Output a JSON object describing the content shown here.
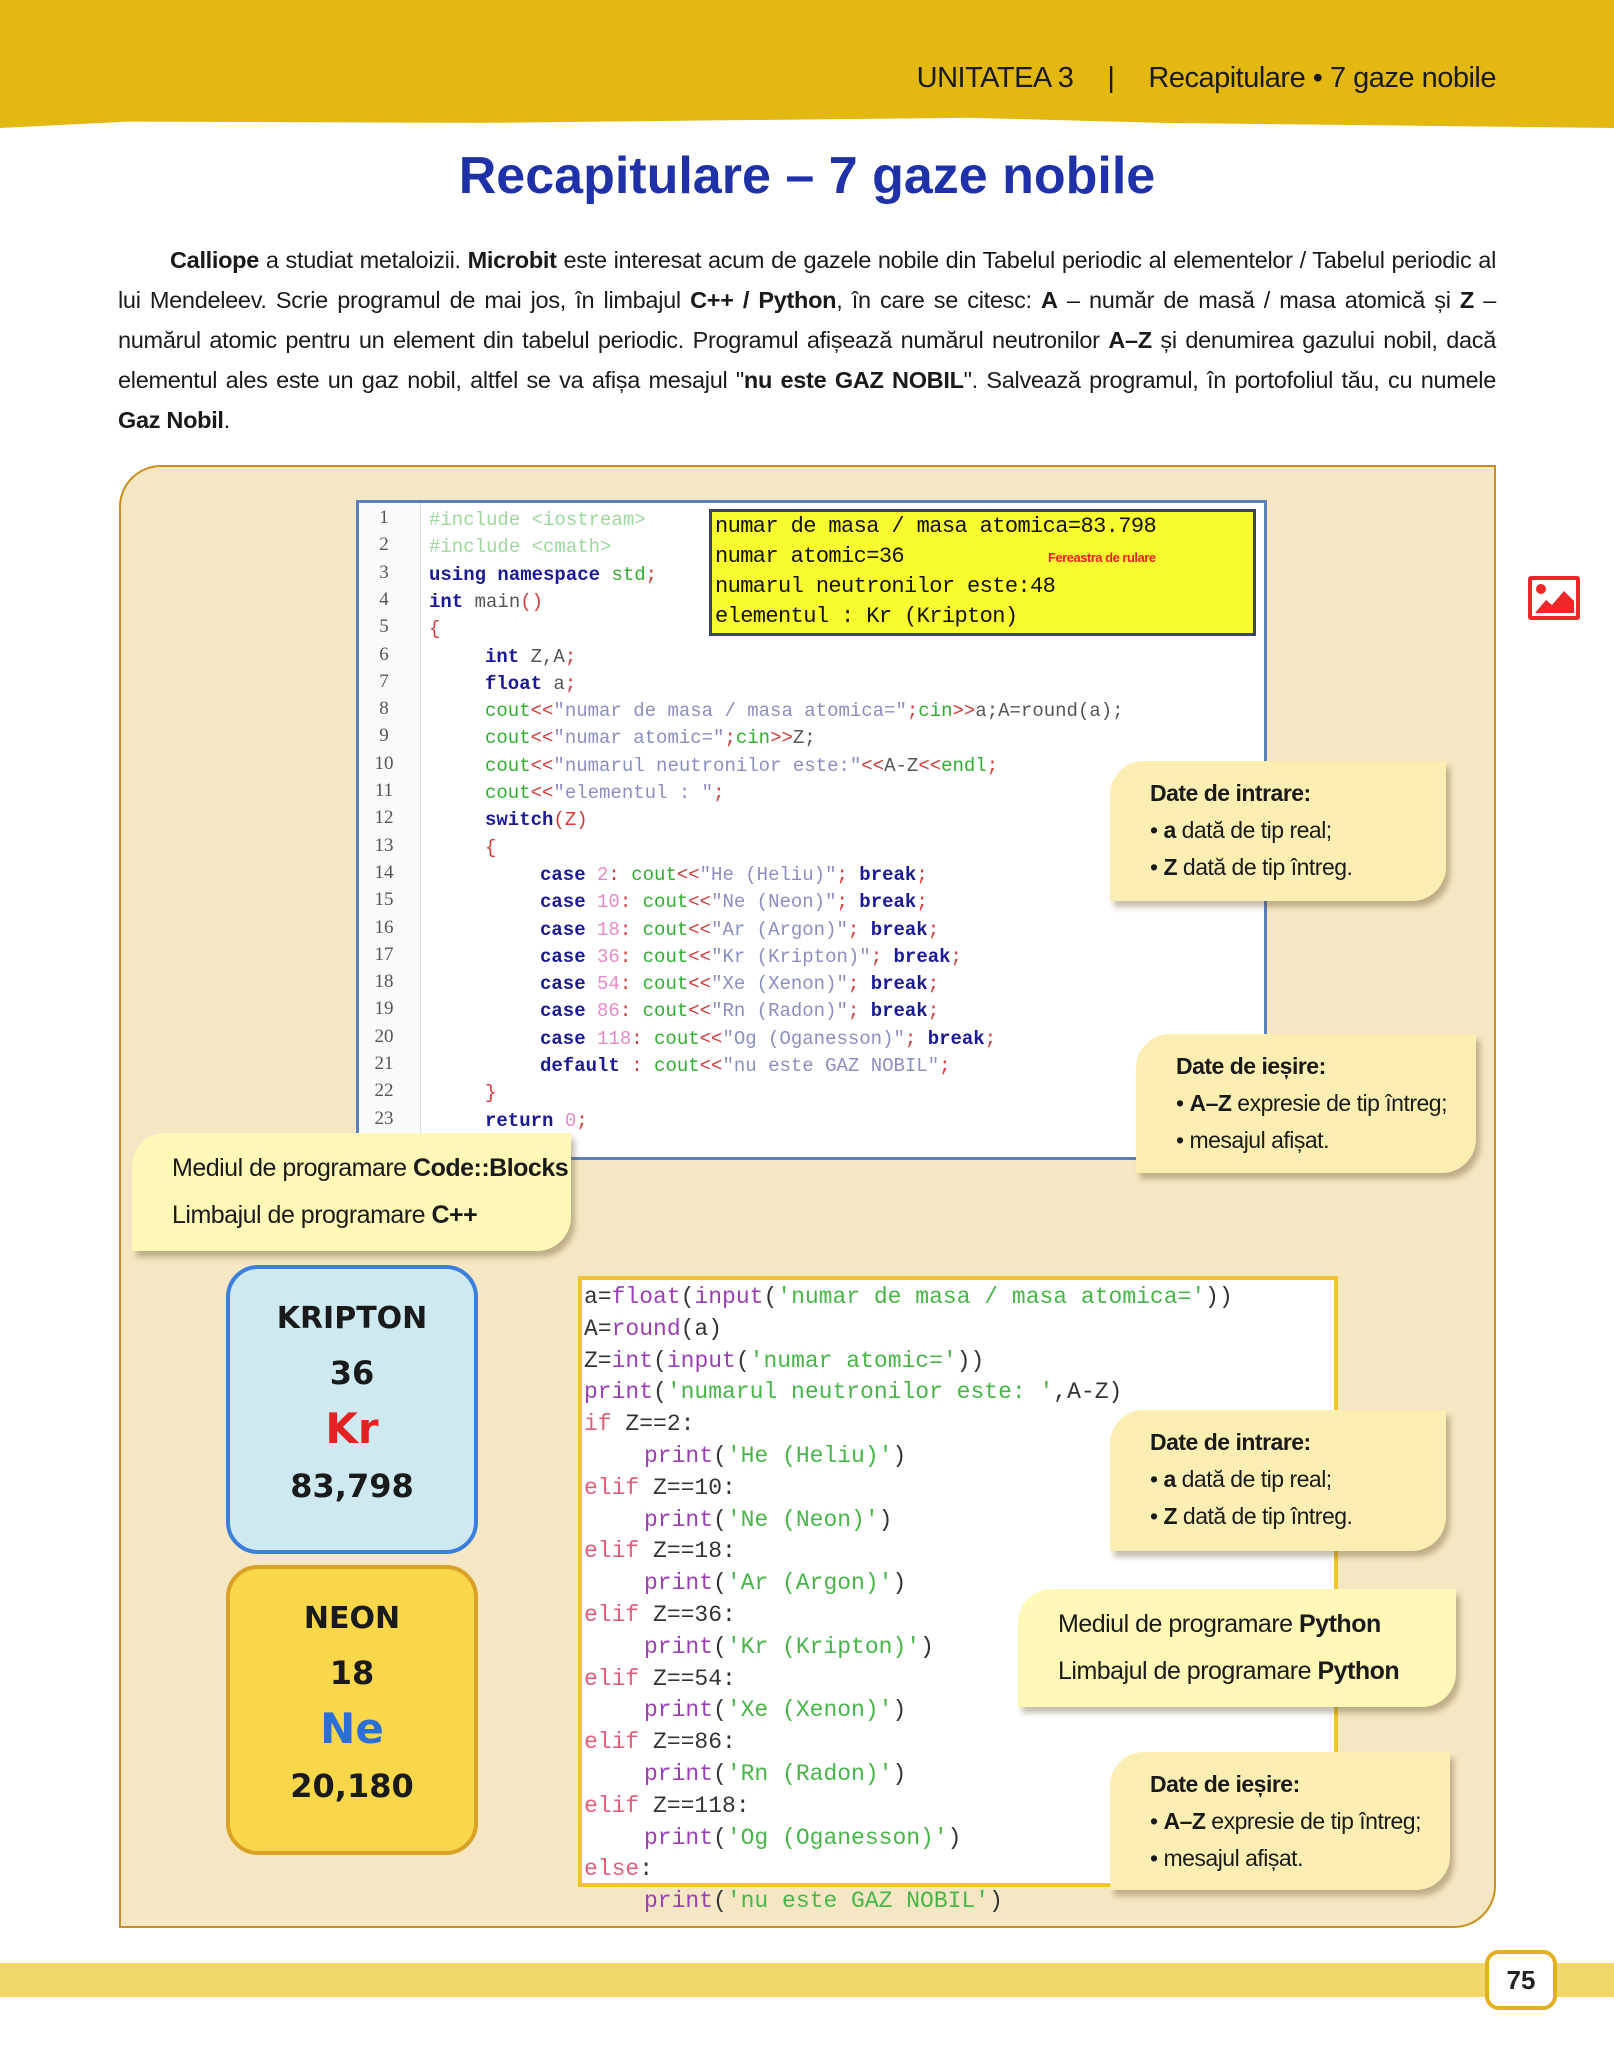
{
  "header": {
    "unit": "UNITATEA 3",
    "separator": "|",
    "section": "Recapitulare • 7 gaze nobile"
  },
  "title": {
    "light": "Recapitulare – ",
    "bold": "7 gaze nobile"
  },
  "intro": [
    {
      "t": "Calliope",
      "b": true
    },
    {
      "t": " a studiat metaloizii. "
    },
    {
      "t": "Microbit",
      "b": true
    },
    {
      "t": " este interesat acum de gazele nobile din Tabelul periodic al elementelor / Tabelul periodic al lui Mendeleev. Scrie programul de mai jos, în limbajul "
    },
    {
      "t": "C++ / Python",
      "b": true
    },
    {
      "t": ", în care se citesc: "
    },
    {
      "t": "A",
      "b": true
    },
    {
      "t": " – număr de masă / masa atomică și "
    },
    {
      "t": "Z",
      "b": true
    },
    {
      "t": " – numărul atomic pentru un element din tabelul periodic. Programul afișează numărul neutronilor "
    },
    {
      "t": "A–Z",
      "b": true
    },
    {
      "t": " și denumirea gazului nobil, dacă elementul ales este un gaz nobil, altfel se va afișa mesajul \""
    },
    {
      "t": "nu este GAZ NOBIL",
      "b": true
    },
    {
      "t": "\". Salvează programul, în portofoliul tău, cu numele "
    },
    {
      "t": "Gaz Nobil",
      "b": true
    },
    {
      "t": "."
    }
  ],
  "cpp_code": [
    {
      "n": "1",
      "i": 0,
      "tk": [
        [
          "#include <iostream>",
          "pp"
        ]
      ]
    },
    {
      "n": "2",
      "i": 0,
      "tk": [
        [
          "#include <cmath>",
          "pp"
        ]
      ]
    },
    {
      "n": "3",
      "i": 0,
      "tk": [
        [
          "using namespace ",
          "kw"
        ],
        [
          "std",
          "cm"
        ],
        [
          ";",
          "pu"
        ]
      ]
    },
    {
      "n": "4",
      "i": 0,
      "tk": [
        [
          "int",
          "kw"
        ],
        [
          " main",
          "id"
        ],
        [
          "()",
          "pu"
        ]
      ]
    },
    {
      "n": "5",
      "i": 0,
      "tk": [
        [
          "{",
          "pu"
        ]
      ]
    },
    {
      "n": "6",
      "i": 1,
      "tk": [
        [
          "int",
          "kw"
        ],
        [
          " Z,A",
          "id"
        ],
        [
          ";",
          "pu"
        ]
      ]
    },
    {
      "n": "7",
      "i": 1,
      "tk": [
        [
          "float",
          "kw"
        ],
        [
          " a",
          "id"
        ],
        [
          ";",
          "pu"
        ]
      ]
    },
    {
      "n": "8",
      "i": 1,
      "tk": [
        [
          "cout",
          "cm"
        ],
        [
          "<<",
          "pu"
        ],
        [
          "\"numar de masa / masa atomica=\"",
          "st"
        ],
        [
          ";",
          "pu"
        ],
        [
          "cin",
          "cm"
        ],
        [
          ">>",
          "pu"
        ],
        [
          "a;A=round(a);",
          "id"
        ]
      ]
    },
    {
      "n": "9",
      "i": 1,
      "tk": [
        [
          "cout",
          "cm"
        ],
        [
          "<<",
          "pu"
        ],
        [
          "\"numar atomic=\"",
          "st"
        ],
        [
          ";",
          "pu"
        ],
        [
          "cin",
          "cm"
        ],
        [
          ">>",
          "pu"
        ],
        [
          "Z;",
          "id"
        ]
      ]
    },
    {
      "n": "10",
      "i": 1,
      "tk": [
        [
          "cout",
          "cm"
        ],
        [
          "<<",
          "pu"
        ],
        [
          "\"numarul neutronilor este:\"",
          "st"
        ],
        [
          "<<",
          "pu"
        ],
        [
          "A-Z",
          "id"
        ],
        [
          "<<",
          "pu"
        ],
        [
          "endl",
          "cm"
        ],
        [
          ";",
          "pu"
        ]
      ]
    },
    {
      "n": "11",
      "i": 1,
      "tk": [
        [
          "cout",
          "cm"
        ],
        [
          "<<",
          "pu"
        ],
        [
          "\"elementul : \"",
          "st"
        ],
        [
          ";",
          "pu"
        ]
      ]
    },
    {
      "n": "12",
      "i": 1,
      "tk": [
        [
          "switch",
          "kw"
        ],
        [
          "(Z)",
          "pu"
        ]
      ]
    },
    {
      "n": "13",
      "i": 1,
      "tk": [
        [
          "{",
          "pu"
        ]
      ]
    },
    {
      "n": "14",
      "i": 2,
      "tk": [
        [
          "case",
          "kw"
        ],
        [
          " 2",
          "nu"
        ],
        [
          ": ",
          "pu"
        ],
        [
          "cout",
          "cm"
        ],
        [
          "<<",
          "pu"
        ],
        [
          "\"He (Heliu)\"",
          "st"
        ],
        [
          "; ",
          "pu"
        ],
        [
          "break",
          "kw"
        ],
        [
          ";",
          "pu"
        ]
      ]
    },
    {
      "n": "15",
      "i": 2,
      "tk": [
        [
          "case",
          "kw"
        ],
        [
          " 10",
          "nu"
        ],
        [
          ": ",
          "pu"
        ],
        [
          "cout",
          "cm"
        ],
        [
          "<<",
          "pu"
        ],
        [
          "\"Ne (Neon)\"",
          "st"
        ],
        [
          "; ",
          "pu"
        ],
        [
          "break",
          "kw"
        ],
        [
          ";",
          "pu"
        ]
      ]
    },
    {
      "n": "16",
      "i": 2,
      "tk": [
        [
          "case",
          "kw"
        ],
        [
          " 18",
          "nu"
        ],
        [
          ": ",
          "pu"
        ],
        [
          "cout",
          "cm"
        ],
        [
          "<<",
          "pu"
        ],
        [
          "\"Ar (Argon)\"",
          "st"
        ],
        [
          "; ",
          "pu"
        ],
        [
          "break",
          "kw"
        ],
        [
          ";",
          "pu"
        ]
      ]
    },
    {
      "n": "17",
      "i": 2,
      "tk": [
        [
          "case",
          "kw"
        ],
        [
          " 36",
          "nu"
        ],
        [
          ": ",
          "pu"
        ],
        [
          "cout",
          "cm"
        ],
        [
          "<<",
          "pu"
        ],
        [
          "\"Kr (Kripton)\"",
          "st"
        ],
        [
          "; ",
          "pu"
        ],
        [
          "break",
          "kw"
        ],
        [
          ";",
          "pu"
        ]
      ]
    },
    {
      "n": "18",
      "i": 2,
      "tk": [
        [
          "case",
          "kw"
        ],
        [
          " 54",
          "nu"
        ],
        [
          ": ",
          "pu"
        ],
        [
          "cout",
          "cm"
        ],
        [
          "<<",
          "pu"
        ],
        [
          "\"Xe (Xenon)\"",
          "st"
        ],
        [
          "; ",
          "pu"
        ],
        [
          "break",
          "kw"
        ],
        [
          ";",
          "pu"
        ]
      ]
    },
    {
      "n": "19",
      "i": 2,
      "tk": [
        [
          "case",
          "kw"
        ],
        [
          " 86",
          "nu"
        ],
        [
          ": ",
          "pu"
        ],
        [
          "cout",
          "cm"
        ],
        [
          "<<",
          "pu"
        ],
        [
          "\"Rn (Radon)\"",
          "st"
        ],
        [
          "; ",
          "pu"
        ],
        [
          "break",
          "kw"
        ],
        [
          ";",
          "pu"
        ]
      ]
    },
    {
      "n": "20",
      "i": 2,
      "tk": [
        [
          "case",
          "kw"
        ],
        [
          " 118",
          "nu"
        ],
        [
          ": ",
          "pu"
        ],
        [
          "cout",
          "cm"
        ],
        [
          "<<",
          "pu"
        ],
        [
          "\"Og (Oganesson)\"",
          "st"
        ],
        [
          "; ",
          "pu"
        ],
        [
          "break",
          "kw"
        ],
        [
          ";",
          "pu"
        ]
      ]
    },
    {
      "n": "21",
      "i": 2,
      "tk": [
        [
          "default",
          "kw"
        ],
        [
          " : ",
          "pu"
        ],
        [
          "cout",
          "cm"
        ],
        [
          "<<",
          "pu"
        ],
        [
          "\"nu este GAZ NOBIL\"",
          "st"
        ],
        [
          ";",
          "pu"
        ]
      ]
    },
    {
      "n": "22",
      "i": 1,
      "tk": [
        [
          "}",
          "pu"
        ]
      ]
    },
    {
      "n": "23",
      "i": 1,
      "tk": [
        [
          "return",
          "kw"
        ],
        [
          " 0",
          "nu"
        ],
        [
          ";",
          "pu"
        ]
      ]
    }
  ],
  "run_window": {
    "label": "Fereastra de rulare",
    "lines": [
      "numar de masa / masa atomica=83.798",
      "numar atomic=36",
      "numarul neutronilor este:48",
      "elementul : Kr (Kripton)"
    ]
  },
  "notes": {
    "input_title": "Date de intrare:",
    "input_a_var": "a",
    "input_a_text": " dată de tip real;",
    "input_z_var": "Z",
    "input_z_text": " dată de tip întreg.",
    "output_title": "Date de ieșire:",
    "output_az_var": "A–Z",
    "output_az_text": " expresie de tip întreg;",
    "output_msg": "mesajul afișat.",
    "bullet": "•"
  },
  "env_cpp": {
    "env_label": "Mediul de programare ",
    "env_value": "Code::Blocks",
    "lang_label": "Limbajul de programare ",
    "lang_value": "C++"
  },
  "env_py": {
    "env_label": "Mediul de programare ",
    "env_value": "Python",
    "lang_label": "Limbajul de programare ",
    "lang_value": "Python"
  },
  "elements": [
    {
      "name": "KRIPTON",
      "z": "36",
      "symbol": "Kr",
      "mass": "83,798",
      "symbol_color": "#e32222"
    },
    {
      "name": "NEON",
      "z": "18",
      "symbol": "Ne",
      "mass": "20,180",
      "symbol_color": "#2b6fd6"
    }
  ],
  "py_code": [
    {
      "i": 0,
      "tk": [
        [
          "a=",
          "pd"
        ],
        [
          "float",
          "pb"
        ],
        [
          "(",
          "pd"
        ],
        [
          "input",
          "pb"
        ],
        [
          "(",
          "pd"
        ],
        [
          "'numar de masa / masa atomica='",
          "ps"
        ],
        [
          "))",
          "pd"
        ]
      ]
    },
    {
      "i": 0,
      "tk": [
        [
          "A=",
          "pd"
        ],
        [
          "round",
          "pb"
        ],
        [
          "(a)",
          "pd"
        ]
      ]
    },
    {
      "i": 0,
      "tk": [
        [
          "Z=",
          "pd"
        ],
        [
          "int",
          "pb"
        ],
        [
          "(",
          "pd"
        ],
        [
          "input",
          "pb"
        ],
        [
          "(",
          "pd"
        ],
        [
          "'numar atomic='",
          "ps"
        ],
        [
          "))",
          "pd"
        ]
      ]
    },
    {
      "i": 0,
      "tk": [
        [
          "print",
          "pb"
        ],
        [
          "(",
          "pd"
        ],
        [
          "'numarul neutronilor este: '",
          "ps"
        ],
        [
          ",A-Z)",
          "pd"
        ]
      ]
    },
    {
      "i": 0,
      "tk": [
        [
          "if",
          "pk"
        ],
        [
          " Z==2:",
          "pd"
        ]
      ]
    },
    {
      "i": 1,
      "tk": [
        [
          "print",
          "pb"
        ],
        [
          "(",
          "pd"
        ],
        [
          "'He (Heliu)'",
          "ps"
        ],
        [
          ")",
          "pd"
        ]
      ]
    },
    {
      "i": 0,
      "tk": [
        [
          "elif",
          "pk"
        ],
        [
          " Z==10:",
          "pd"
        ]
      ]
    },
    {
      "i": 1,
      "tk": [
        [
          "print",
          "pb"
        ],
        [
          "(",
          "pd"
        ],
        [
          "'Ne (Neon)'",
          "ps"
        ],
        [
          ")",
          "pd"
        ]
      ]
    },
    {
      "i": 0,
      "tk": [
        [
          "elif",
          "pk"
        ],
        [
          " Z==18:",
          "pd"
        ]
      ]
    },
    {
      "i": 1,
      "tk": [
        [
          "print",
          "pb"
        ],
        [
          "(",
          "pd"
        ],
        [
          "'Ar (Argon)'",
          "ps"
        ],
        [
          ")",
          "pd"
        ]
      ]
    },
    {
      "i": 0,
      "tk": [
        [
          "elif",
          "pk"
        ],
        [
          " Z==36:",
          "pd"
        ]
      ]
    },
    {
      "i": 1,
      "tk": [
        [
          "print",
          "pb"
        ],
        [
          "(",
          "pd"
        ],
        [
          "'Kr (Kripton)'",
          "ps"
        ],
        [
          ")",
          "pd"
        ]
      ]
    },
    {
      "i": 0,
      "tk": [
        [
          "elif",
          "pk"
        ],
        [
          " Z==54:",
          "pd"
        ]
      ]
    },
    {
      "i": 1,
      "tk": [
        [
          "print",
          "pb"
        ],
        [
          "(",
          "pd"
        ],
        [
          "'Xe (Xenon)'",
          "ps"
        ],
        [
          ")",
          "pd"
        ]
      ]
    },
    {
      "i": 0,
      "tk": [
        [
          "elif",
          "pk"
        ],
        [
          " Z==86:",
          "pd"
        ]
      ]
    },
    {
      "i": 1,
      "tk": [
        [
          "print",
          "pb"
        ],
        [
          "(",
          "pd"
        ],
        [
          "'Rn (Radon)'",
          "ps"
        ],
        [
          ")",
          "pd"
        ]
      ]
    },
    {
      "i": 0,
      "tk": [
        [
          "elif",
          "pk"
        ],
        [
          " Z==118:",
          "pd"
        ]
      ]
    },
    {
      "i": 1,
      "tk": [
        [
          "print",
          "pb"
        ],
        [
          "(",
          "pd"
        ],
        [
          "'Og (Oganesson)'",
          "ps"
        ],
        [
          ")",
          "pd"
        ]
      ]
    },
    {
      "i": 0,
      "tk": [
        [
          "else",
          "pk"
        ],
        [
          ":",
          "pd"
        ]
      ]
    },
    {
      "i": 1,
      "tk": [
        [
          "print",
          "pb"
        ],
        [
          "(",
          "pd"
        ],
        [
          "'nu este GAZ NOBIL'",
          "ps"
        ],
        [
          ")",
          "pd"
        ]
      ]
    }
  ],
  "page_number": "75",
  "icons": {
    "image": "image-icon"
  }
}
